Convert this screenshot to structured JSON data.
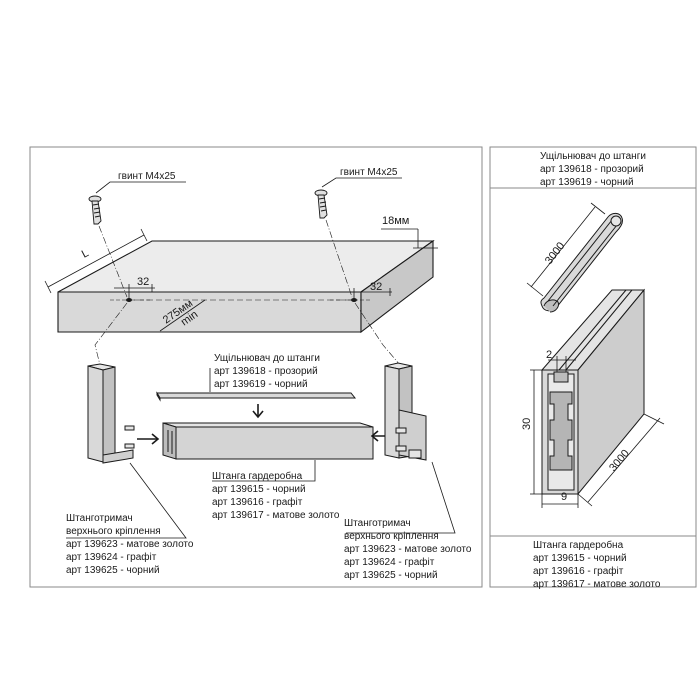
{
  "left_panel": {
    "screw_left_label": "гвинт М4х25",
    "screw_right_label": "гвинт М4х25",
    "dim_L": "L",
    "dim_32_left": "32",
    "dim_32_right": "32",
    "dim_275": "275мм",
    "dim_min": "min",
    "dim_18mm": "18мм",
    "seal": {
      "title": "Ущільнювач до штанги",
      "lines": [
        "арт 139618 - прозорий",
        "арт 139619 - чорний"
      ]
    },
    "rail": {
      "title": "Штанга гардеробна",
      "lines": [
        "арт 139615 - чорний",
        "арт 139616 - графіт",
        "арт 139617 - матове золото"
      ]
    },
    "holder_left": {
      "title_lines": [
        "Штанготримач",
        "верхнього кріплення"
      ],
      "lines": [
        "арт 139623 - матове золото",
        "арт 139624 - графіт",
        "арт 139625 - чорний"
      ]
    },
    "holder_right": {
      "title_lines": [
        "Штанготримач",
        "верхнього кріплення"
      ],
      "lines": [
        "арт 139623 - матове золото",
        "арт 139624 - графіт",
        "арт 139625 - чорний"
      ]
    }
  },
  "right_panel": {
    "seal": {
      "title": "Ущільнювач до штанги",
      "lines": [
        "арт 139618 - прозорий",
        "арт 139619 - чорний"
      ]
    },
    "dim_seal_length": "3000",
    "dim_2": "2",
    "dim_30": "30",
    "dim_9": "9",
    "dim_rail_length": "3000",
    "rail": {
      "title": "Штанга гардеробна",
      "lines": [
        "арт 139615 - чорний",
        "арт 139616 - графіт",
        "арт 139617 - матове золото"
      ]
    }
  },
  "colors": {
    "line": "#1a1a1a",
    "fill_light": "#ececec",
    "fill_mid": "#d6d6d6",
    "fill_dark": "#bdbdbd",
    "frame": "#8a8a8a"
  }
}
